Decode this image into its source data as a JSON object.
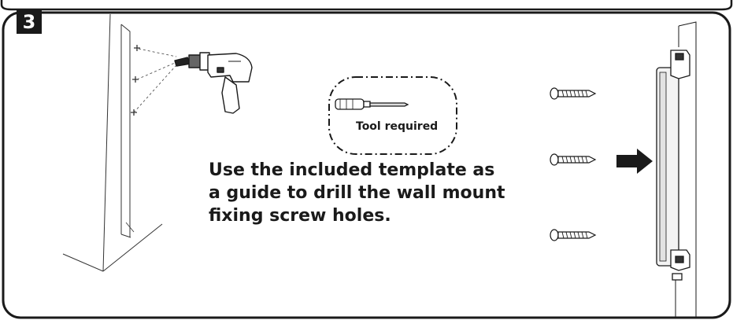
{
  "step": {
    "number": "3"
  },
  "tool_callout": {
    "label": "Tool required"
  },
  "instruction": {
    "lines": [
      "Use the included template as",
      "a guide to drill the wall mount",
      "fixing screw holes."
    ]
  },
  "colors": {
    "ink": "#1a1a1a",
    "background": "#ffffff"
  }
}
